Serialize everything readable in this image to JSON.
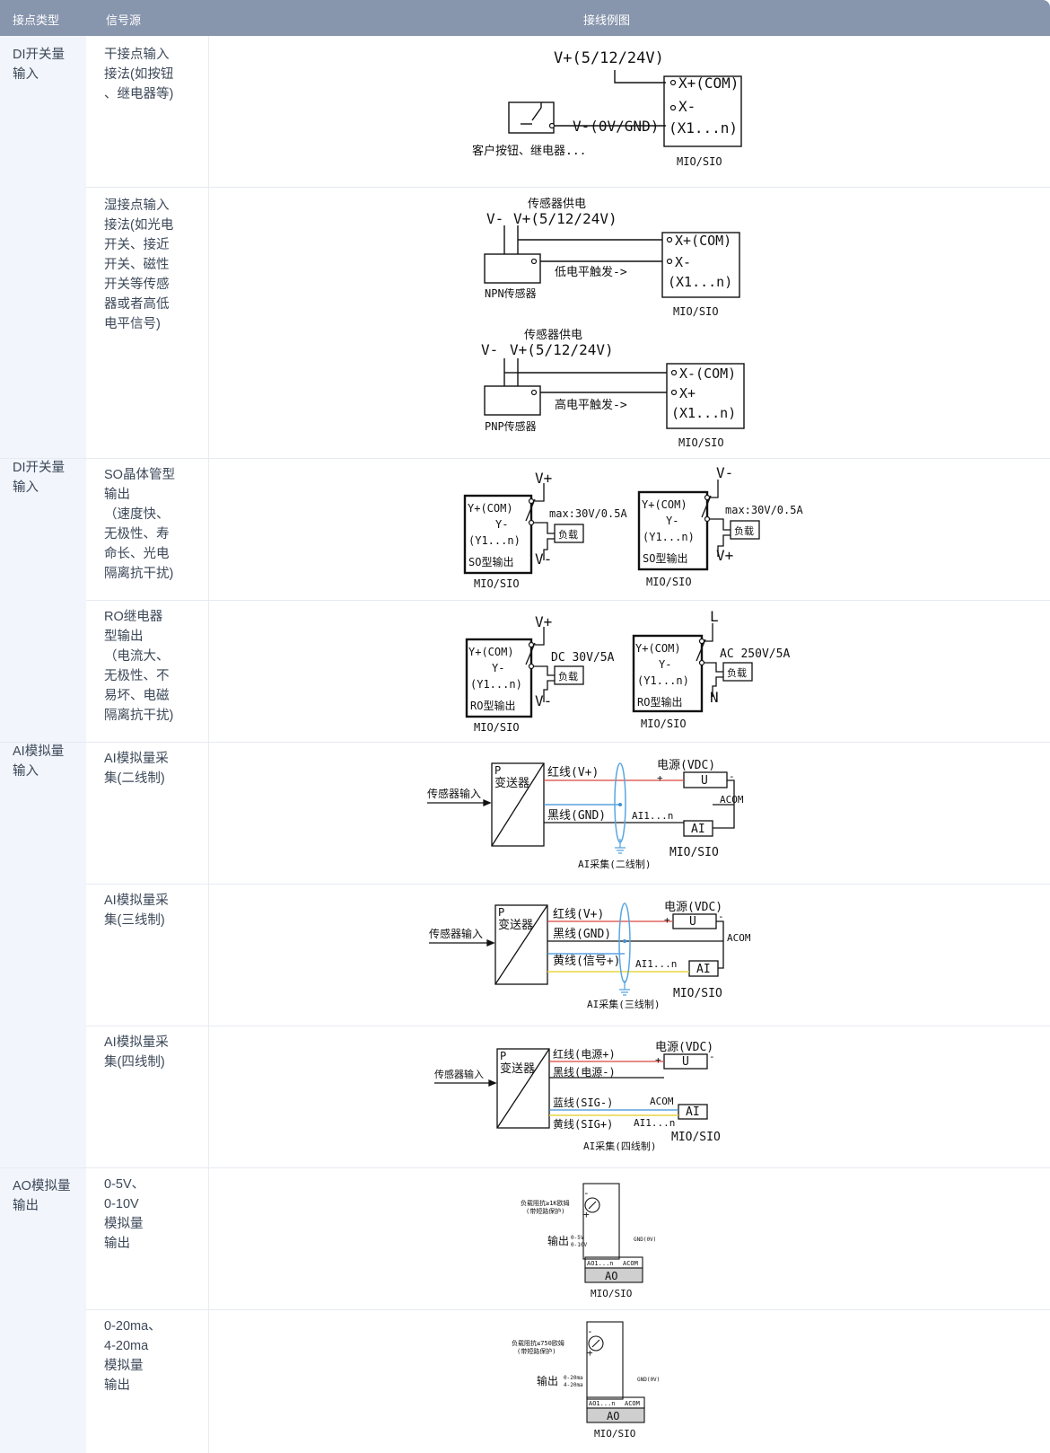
{
  "header": {
    "col_type": "接点类型",
    "col_source": "信号源",
    "col_diagram": "接线例图"
  },
  "groups": [
    {
      "id": "g1",
      "label": "DI开关量\n输入"
    },
    {
      "id": "g2",
      "label": "DI开关量\n输入"
    },
    {
      "id": "g3",
      "label": "AI模拟量\n输入"
    },
    {
      "id": "g4",
      "label": "AO模拟量\n输出"
    }
  ],
  "rows": [
    {
      "id": "r1",
      "source": "干接点输入\n接法(如按钮\n、继电器等)"
    },
    {
      "id": "r2",
      "source": "湿接点输入\n接法(如光电\n开关、接近\n开关、磁性\n开关等传感\n器或者高低\n电平信号)"
    },
    {
      "id": "r3",
      "source": "SO晶体管型\n输出\n（速度快、\n无极性、寿\n命长、光电\n隔离抗干扰)"
    },
    {
      "id": "r4",
      "source": "RO继电器\n型输出\n（电流大、\n无极性、不\n易坏、电磁\n隔离抗干扰)"
    },
    {
      "id": "r5",
      "source": "AI模拟量采\n集(二线制)"
    },
    {
      "id": "r6",
      "source": "AI模拟量采\n集(三线制)"
    },
    {
      "id": "r7",
      "source": "AI模拟量采\n集(四线制)"
    },
    {
      "id": "r8",
      "source": "0-5V、\n0-10V\n模拟量\n输出"
    },
    {
      "id": "r9",
      "source": "0-20ma、\n4-20ma\n模拟量\n输出"
    }
  ],
  "diagrams": {
    "dry": {
      "supply": "V+(5/12/24V)",
      "gnd": "V-(0V/GND)",
      "switch_label": "客户按钮、继电器...",
      "term_com": "X+(COM)",
      "term_x": "X-",
      "term_n": "(X1...n)",
      "module": "MIO/SIO"
    },
    "npn": {
      "power": "传感器供电",
      "vminus": "V-",
      "vplus": "V+(5/12/24V)",
      "trigger": "低电平触发->",
      "sensor": "NPN传感器",
      "term_com": "X+(COM)",
      "term_x": "X-",
      "term_n": "(X1...n)",
      "module": "MIO/SIO"
    },
    "pnp": {
      "power": "传感器供电",
      "vminus": "V-",
      "vplus": "V+(5/12/24V)",
      "trigger": "高电平触发->",
      "sensor": "PNP传感器",
      "term_com": "X-(COM)",
      "term_x": "X+",
      "term_n": "(X1...n)",
      "module": "MIO/SIO"
    },
    "so_a": {
      "top": "V+",
      "bottom": "V-",
      "rating": "max:30V/0.5A",
      "load": "负载",
      "com": "Y+(COM)",
      "y": "Y-",
      "n": "(Y1...n)",
      "type": "SO型输出",
      "module": "MIO/SIO"
    },
    "so_b": {
      "top": "V-",
      "bottom": "V+",
      "rating": "max:30V/0.5A",
      "load": "负载",
      "com": "Y+(COM)",
      "y": "Y-",
      "n": "(Y1...n)",
      "type": "SO型输出",
      "module": "MIO/SIO"
    },
    "ro_a": {
      "top": "V+",
      "bottom": "V-",
      "rating": "DC 30V/5A",
      "load": "负载",
      "com": "Y+(COM)",
      "y": "Y-",
      "n": "(Y1...n)",
      "type": "RO型输出",
      "module": "MIO/SIO"
    },
    "ro_b": {
      "top": "L",
      "bottom": "N",
      "rating": "AC 250V/5A",
      "load": "负载",
      "com": "Y+(COM)",
      "y": "Y-",
      "n": "(Y1...n)",
      "type": "RO型输出",
      "module": "MIO/SIO"
    },
    "ai2": {
      "input": "传感器输入",
      "p": "P",
      "tx": "变送器",
      "red": "红线(V+)",
      "black": "黑线(GND)",
      "power": "电源(VDC)",
      "plus": "+",
      "minus": "-",
      "u": "U",
      "ai_ch": "AI1...n",
      "ai": "AI",
      "acom": "ACOM",
      "module": "MIO/SIO",
      "caption": "AI采集(二线制)"
    },
    "ai3": {
      "input": "传感器输入",
      "p": "P",
      "tx": "变送器",
      "red": "红线(V+)",
      "black": "黑线(GND)",
      "yellow": "黄线(信号+)",
      "power": "电源(VDC)",
      "plus": "+",
      "minus": "-",
      "u": "U",
      "ai_ch": "AI1...n",
      "ai": "AI",
      "acom": "ACOM",
      "module": "MIO/SIO",
      "caption": "AI采集(三线制)"
    },
    "ai4": {
      "input": "传感器输入",
      "p": "P",
      "tx": "变送器",
      "red": "红线(电源+)",
      "black": "黑线(电源-)",
      "blue": "蓝线(SIG-)",
      "yellow": "黄线(SIG+)",
      "power": "电源(VDC)",
      "plus": "+",
      "minus": "-",
      "u": "U",
      "acom": "ACOM",
      "ai_ch": "AI1...n",
      "ai": "AI",
      "module": "MIO/SIO",
      "caption": "AI采集(四线制)"
    },
    "ao_v": {
      "load1": "负载阻抗≥1K欧姆",
      "load2": "(带短路保护)",
      "minus": "-",
      "plus": "+",
      "out": "输出",
      "r1": "0-5V",
      "r2": "0-10V",
      "gnd": "GND(0V)",
      "ch": "AO1...n",
      "acom": "ACOM",
      "ao": "AO",
      "module": "MIO/SIO"
    },
    "ao_i": {
      "load1": "负载阻抗≤750欧姆",
      "load2": "(带短路保护)",
      "minus": "-",
      "plus": "+",
      "out": "输出",
      "r1": "0-20ma",
      "r2": "4-20ma",
      "gnd": "GND(0V)",
      "ch": "AO1...n",
      "acom": "ACOM",
      "ao": "AO",
      "module": "MIO/SIO"
    }
  },
  "colors": {
    "header_bg": "#8795ad",
    "col1_bg": "#f2f5fb",
    "wire_red": "#d9463e",
    "wire_blue": "#3b8fd9",
    "wire_yellow": "#e8d640",
    "shield": "#5aa6e0"
  }
}
